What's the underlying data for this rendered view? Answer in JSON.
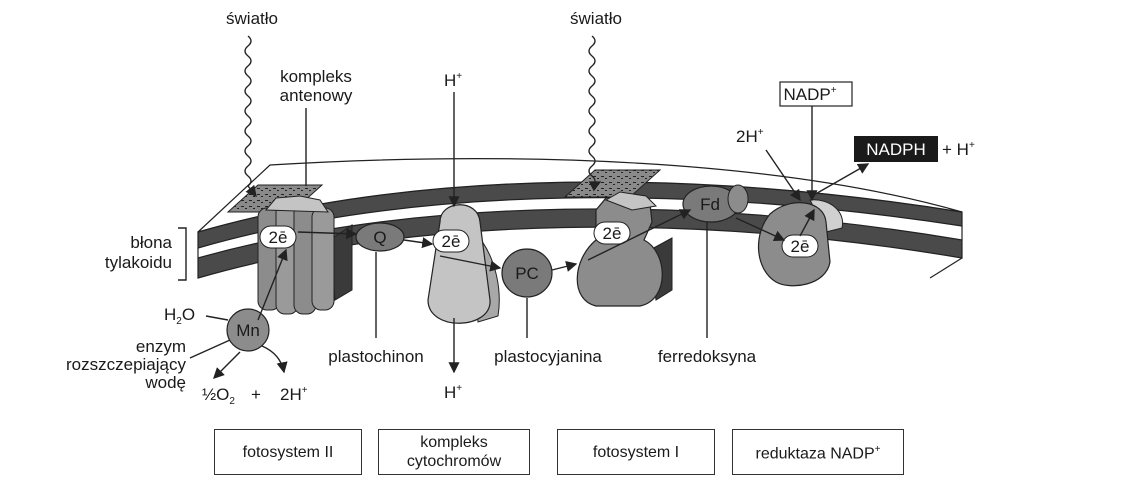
{
  "labels": {
    "light_left": "światło",
    "light_right": "światło",
    "antenna_line1": "kompleks",
    "antenna_line2": "antenowy",
    "h_plus": "H",
    "membrane_line1": "błona",
    "membrane_line2": "tylakoidu",
    "water": "H",
    "water_2": "2",
    "water_o": "O",
    "enzyme_line1": "enzym",
    "enzyme_line2": "rozszczepiający",
    "enzyme_line3": "wodę",
    "oxygen_frac": "½O",
    "oxygen_sub": "2",
    "plus": "+",
    "two_h": "2H",
    "plastoquinone": "plastochinon",
    "plastocyanin": "plastocyjanina",
    "ferredoxin": "ferredoksyna",
    "nadp": "NADP",
    "nadph": "NADPH",
    "nadph_plus_h": "+ H",
    "two_h_top": "2H",
    "sup_plus": "+"
  },
  "molecules": {
    "q": "Q",
    "pc": "PC",
    "fd": "Fd",
    "mn": "Mn",
    "electrons": "2ē"
  },
  "boxes": {
    "ps2": "fotosystem II",
    "cyt_line1": "kompleks",
    "cyt_line2": "cytochromów",
    "ps1": "fotosystem I",
    "reductase": "reduktaza NADP"
  },
  "colors": {
    "membrane_dark": "#4a4a4a",
    "protein_mid": "#8c8c8c",
    "protein_light": "#c4c4c4",
    "antenna": "#9a9a9a"
  }
}
